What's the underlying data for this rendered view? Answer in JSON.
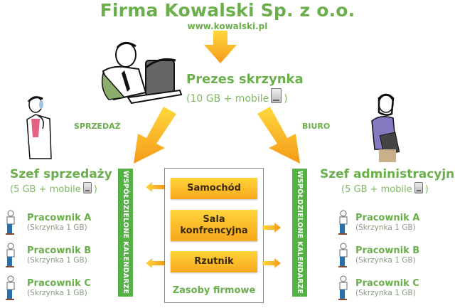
{
  "header": {
    "company": "Firma Kowalski Sp. z o.o.",
    "url": "www.kowalski.pl"
  },
  "ceo": {
    "title": "Prezes skrzynka",
    "quota_prefix": "(10 GB + mobile",
    "quota_suffix": ")",
    "icon": "mobile-phone-icon"
  },
  "departments": {
    "left_label": "SPRZEDAŻ",
    "right_label": "BIURO"
  },
  "sales_head": {
    "title": "Szef sprzedaży",
    "quota_prefix": "(5 GB + mobile",
    "quota_suffix": ")"
  },
  "admin_head": {
    "title": "Szef administracyjny",
    "quota_prefix": "(5 GB + mobile",
    "quota_suffix": ")"
  },
  "shared_calendars": {
    "left_label": "WSPÓŁDZIELONE KALENDARZE",
    "right_label": "WSPÓŁDZIELONE KALENDARZE"
  },
  "resources": {
    "items": [
      "Samochód",
      "Sala konfrencyjna",
      "Rzutnik"
    ],
    "footer": "Zasoby firmowe"
  },
  "sales_employees": [
    {
      "name": "Pracownik A",
      "mailbox": "(Skrzynka 1 GB)"
    },
    {
      "name": "Pracownik B",
      "mailbox": "(Skrzynka 1 GB)"
    },
    {
      "name": "Pracownik C",
      "mailbox": "(Skrzynka 1 GB)"
    }
  ],
  "admin_employees": [
    {
      "name": "Pracownik A",
      "mailbox": "(Skrzynka 1 GB)"
    },
    {
      "name": "Pracownik B",
      "mailbox": "(Skrzynka 1 GB)"
    },
    {
      "name": "Pracownik C",
      "mailbox": "(Skrzynka 1 GB)"
    }
  ],
  "colors": {
    "brand_green": "#6aaf4b",
    "calendar_bar": "#55b046",
    "arrow_orange_top": "#ffd43a",
    "arrow_orange_bottom": "#f7a81c"
  }
}
